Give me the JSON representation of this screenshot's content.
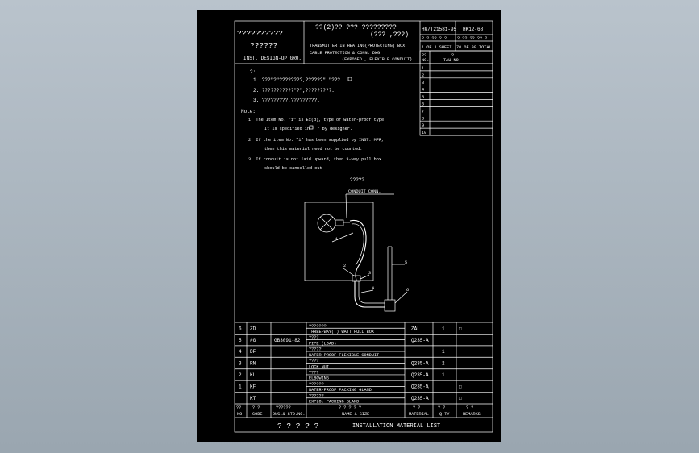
{
  "title_block": {
    "org_line1": "??????????",
    "org_line2": "??????",
    "org_en": "INST. DESIGN-UP GRO.",
    "title_cn_1": "??(2)??  ???  ?????????",
    "title_cn_2": "(???  ,???)",
    "title_en_1": "TRANSMITTER IN HEATING(PROTECTING) BOX",
    "title_en_2": "CABLE PROTECTION & CONN. DWG.",
    "title_en_3": "(EXPOSED , FLEXIBLE CONDUIT)",
    "std_no": "HG/T21581-95",
    "dwg_no": "HK12-68",
    "sheet_cn_left": "?  ?   ??  ? ?",
    "sheet_cn_right": "? ??  ?? ??  ?",
    "sheet_en_left": "1 OF 1  SHEET",
    "sheet_en_right": "70 OF 90 TOTAL"
  },
  "revision": {
    "head_cn": "??",
    "head_no": "NO.",
    "head_cn2": "?",
    "head_col": "?",
    "head_en": "TAU  NO",
    "rows": [
      "1",
      "2",
      "3",
      "4",
      "5",
      "6",
      "7",
      "8",
      "9",
      "10"
    ]
  },
  "notes": {
    "cn_head": "?:",
    "cn_1": "1. ???\"?\"????????,??????\" \"???  ",
    "cn_2": "2. ???????????\"?\",?????????.",
    "cn_3": "3. ?????????,?????????.",
    "en_head": "Note:",
    "en_1a": "1. The Item No. \"1\" is Ex(d), type or water-proof type.",
    "en_1b": "It is specified in \" \" by designer.",
    "en_2a": "2. If the item No. \"1\" has been supplied by INST. MFR,",
    "en_2b": "then this material need not be counted.",
    "en_3a": "3. If conduit is not laid upward, then 3-way pull box",
    "en_3b": "should be cancelled out"
  },
  "drawing": {
    "label_cn": "?????",
    "label_en": "CONDUIT CONN.",
    "balloons": [
      "1",
      "2",
      "3",
      "4",
      "5",
      "6"
    ]
  },
  "material_table": {
    "rows": [
      {
        "no": "6",
        "code": "ZD",
        "std": "",
        "name_cn": "???????",
        "name_en": "THREE-WAY(T) WATT PULL BOX",
        "material": "ZAL",
        "qty": "1",
        "remarks": "□"
      },
      {
        "no": "5",
        "code": "#G",
        "std": "GB3091-82",
        "name_cn": "????",
        "name_en": "PIPE (LOAD)",
        "material": "Q235-A",
        "qty": "",
        "remarks": ""
      },
      {
        "no": "4",
        "code": "DF",
        "std": "",
        "name_cn": "?????",
        "name_en": "WATER-PROOF FLEXIBLE CONDUIT",
        "material": "",
        "qty": "1",
        "remarks": ""
      },
      {
        "no": "3",
        "code": "RN",
        "std": "",
        "name_cn": "????",
        "name_en": "LOCK NUT",
        "material": "Q235-A",
        "qty": "2",
        "remarks": ""
      },
      {
        "no": "2",
        "code": "KL",
        "std": "",
        "name_cn": "????",
        "name_en": "ELBOWING",
        "material": "Q235-A",
        "qty": "1",
        "remarks": ""
      },
      {
        "no": "1",
        "code": "KF",
        "std": "",
        "name_cn": "??????",
        "name_en": "WATER-PROOF PACKING GLAND",
        "material": "Q235-A",
        "qty": "",
        "remarks": "□"
      },
      {
        "no": "",
        "code": "KT",
        "std": "",
        "name_cn": "??????",
        "name_en": "EXPLO. PACKING GLAND",
        "material": "Q235-A",
        "qty": "",
        "remarks": "□"
      }
    ],
    "header": {
      "no_cn": "??",
      "no_en": "NO",
      "code_cn": "?  ?",
      "code_en": "CODE",
      "std_cn": "??????",
      "std_en": "DWG.& STD.NO.",
      "name_cn": "?  ?  ?  ?  ?",
      "name_en": "NAME & SIZE",
      "mat_cn": "?  ?",
      "mat_en": "MATERIAL",
      "qty_cn": "?  ?",
      "qty_en": "Q'TY",
      "rem_cn": "?  ?",
      "rem_en": "REMARKS"
    },
    "footer_cn": "? ? ? ? ?",
    "footer_en": "INSTALLATION MATERIAL LIST"
  }
}
